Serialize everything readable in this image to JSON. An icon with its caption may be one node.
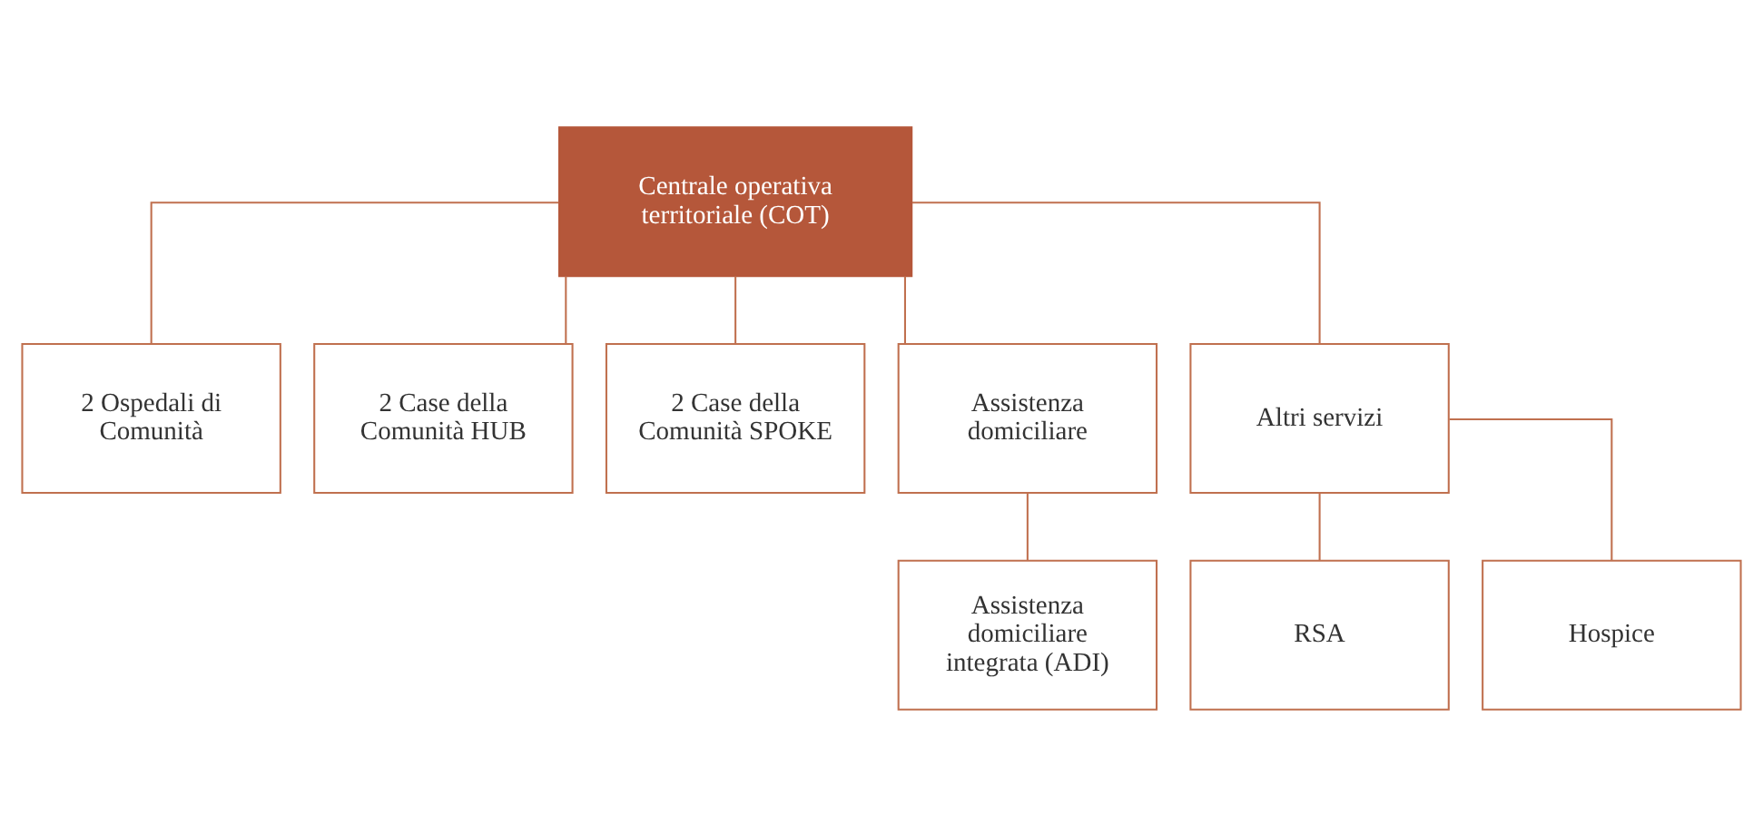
{
  "diagram": {
    "nodes": [
      {
        "text": [
          "Centrale operativa territoriale (COT)"
        ]
      },
      {
        "text": [
          "2 Ospedali di Comunità"
        ]
      },
      {
        "text": [
          "2 Case della Comunità HUB"
        ]
      },
      {
        "text": [
          "2 Case della Comunità SPOKE"
        ]
      },
      {
        "text": [
          "Assistenza domiciliare"
        ]
      },
      {
        "text": [
          "Altri servizi"
        ]
      },
      {
        "text": [
          "Assistenza domiciliare integrata (ADI)"
        ]
      },
      {
        "text": [
          "RSA"
        ]
      },
      {
        "text": [
          "Hospice"
        ]
      }
    ],
    "edges": [
      {
        "from": 0,
        "to": 1,
        "arrow": "none"
      },
      {
        "from": 0,
        "to": 2,
        "arrow": "none"
      },
      {
        "from": 0,
        "to": 3,
        "arrow": "none"
      },
      {
        "from": 0,
        "to": 4,
        "arrow": "none"
      },
      {
        "from": 0,
        "to": 5,
        "arrow": "none"
      },
      {
        "from": 4,
        "to": 6,
        "arrow": "none"
      },
      {
        "from": 5,
        "to": 7,
        "arrow": "none"
      },
      {
        "from": 5,
        "to": 8,
        "arrow": "none"
      }
    ]
  }
}
